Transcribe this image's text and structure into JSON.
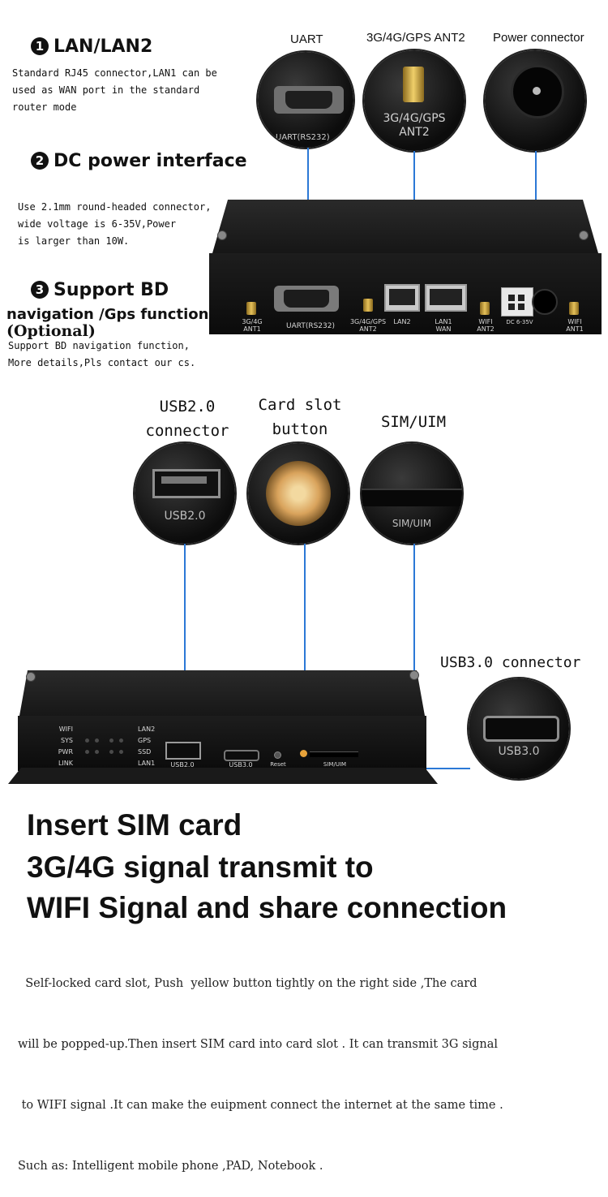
{
  "section1": {
    "number": "1",
    "title": "LAN/LAN2",
    "desc": [
      "Standard RJ45 connector,LAN1 can be",
      "used as WAN port in the standard",
      "router mode"
    ]
  },
  "section2": {
    "number": "2",
    "title": "DC power interface",
    "desc": [
      "Use 2.1mm round-headed connector,",
      "wide voltage is 6-35V,Power",
      "is larger than 10W."
    ]
  },
  "section3": {
    "number": "3",
    "title": "Support BD",
    "title_line2": "navigation /Gps function",
    "title_line3": "(Optional)",
    "desc": [
      "Support BD navigation function,",
      "More details,Pls contact our cs."
    ]
  },
  "top_callouts": {
    "uart": "UART",
    "uart_inner": "UART(RS232)",
    "ant2": "3G/4G/GPS ANT2",
    "ant2_inner_1": "3G/4G/GPS",
    "ant2_inner_2": "ANT2",
    "power": "Power connector"
  },
  "front_panel": {
    "ant1": [
      "3G/4G",
      "ANT1"
    ],
    "uart": "UART(RS232)",
    "ant2": [
      "3G/4G/GPS",
      "ANT2"
    ],
    "lan2": "LAN2",
    "lan1": [
      "LAN1",
      "WAN"
    ],
    "wifi2": [
      "WIFI",
      "ANT2"
    ],
    "dc": "DC 6-35V",
    "wifi1": [
      "WIFI",
      "ANT1"
    ]
  },
  "bottom_callouts": {
    "usb2": [
      "USB2.0",
      "connector"
    ],
    "usb2_inner": "USB2.0",
    "card_slot": [
      "Card slot",
      "button"
    ],
    "sim": "SIM/UIM",
    "sim_inner": "SIM/UIM",
    "usb3": "USB3.0 connector",
    "usb3_inner": "USB3.0"
  },
  "rear_panel": {
    "leds_left": [
      "WIFI",
      "SYS",
      "PWR",
      "LINK"
    ],
    "leds_right": [
      "LAN2",
      "GPS",
      "SSD",
      "LAN1"
    ],
    "usb2": "USB2.0",
    "usb3": "USB3.0",
    "reset": "Reset",
    "sim": "SIM/UIM"
  },
  "headline": [
    "Insert SIM card",
    "3G/4G signal transmit to",
    "WIFI Signal and share connection"
  ],
  "paragraph": [
    "  Self-locked card slot, Push  yellow button tightly on the right side ,The card",
    "will be popped-up.Then insert SIM card into card slot . It can transmit 3G signal",
    " to WIFI signal .It can make the euipment connect the internet at the same time .",
    "Such as: Intelligent mobile phone ,PAD, Notebook ."
  ],
  "colors": {
    "accent_line": "#2b78d6",
    "connector_gold": "#e6c15a",
    "device_body": "#111111"
  }
}
